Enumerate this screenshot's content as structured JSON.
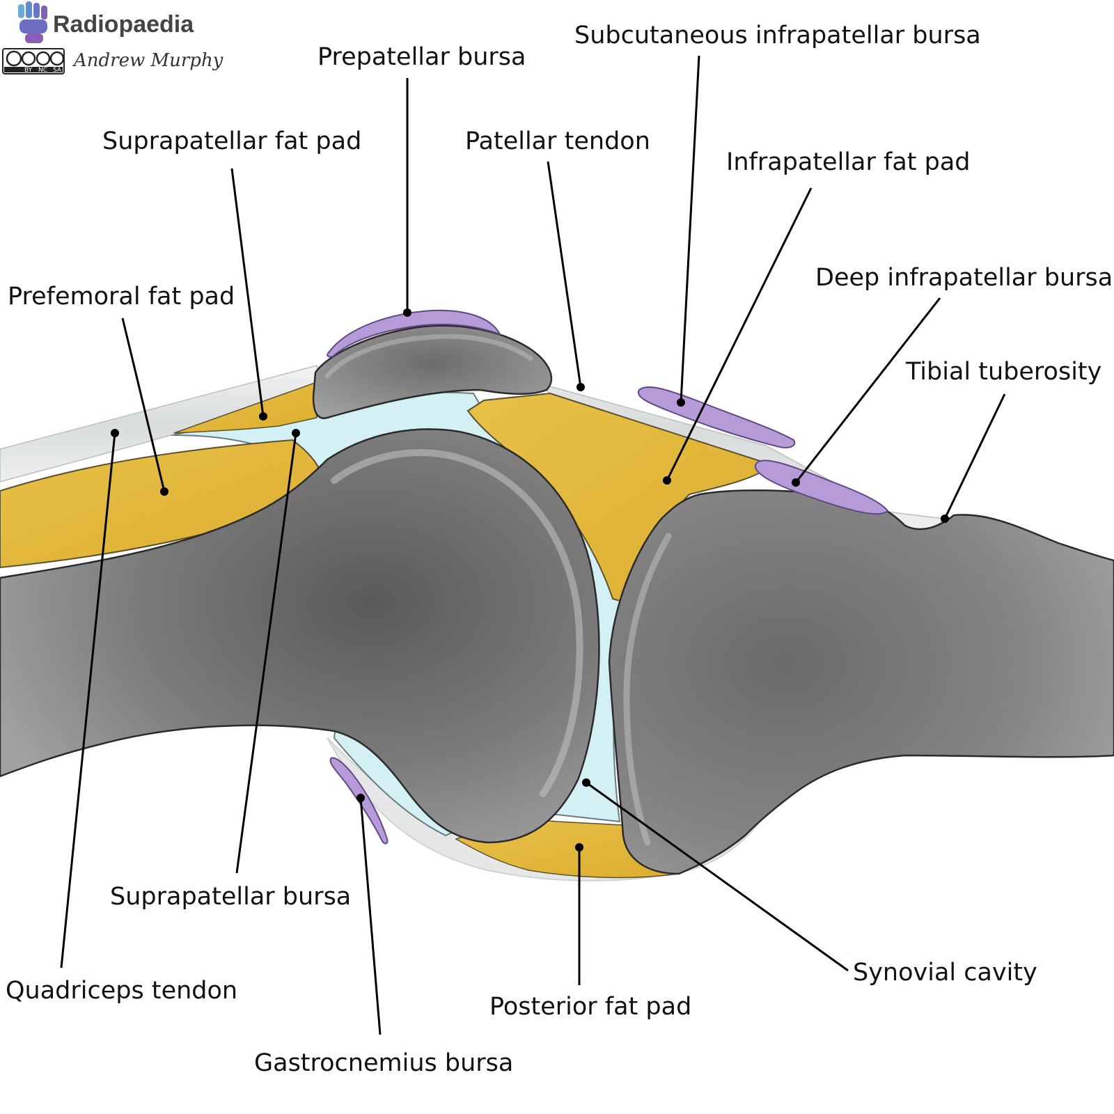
{
  "watermark": {
    "brand": "Radiopaedia",
    "author": "Andrew Murphy",
    "license_marks": [
      "BY",
      "NC",
      "SA"
    ]
  },
  "colors": {
    "bone_dark": "#6e6e6e",
    "bone_mid": "#8c8c8c",
    "bone_light": "#b4b4b4",
    "fat": "#e3b93c",
    "synovial": "#d3f0f5",
    "bursa": "#b79ad8",
    "tendon": "#e8eaea"
  },
  "labels": {
    "prepatellar_bursa": "Prepatellar bursa",
    "subcutaneous_infrapatellar_bursa": "Subcutaneous infrapatellar bursa",
    "suprapatellar_fat_pad": "Suprapatellar fat pad",
    "patellar_tendon": "Patellar tendon",
    "infrapatellar_fat_pad": "Infrapatellar fat pad",
    "prefemoral_fat_pad": "Prefemoral fat pad",
    "deep_infrapatellar_bursa": "Deep infrapatellar bursa",
    "tibial_tuberosity": "Tibial tuberosity",
    "suprapatellar_bursa": "Suprapatellar bursa",
    "synovial_cavity": "Synovial cavity",
    "quadriceps_tendon": "Quadriceps tendon",
    "posterior_fat_pad": "Posterior fat pad",
    "gastrocnemius_bursa": "Gastrocnemius bursa"
  }
}
